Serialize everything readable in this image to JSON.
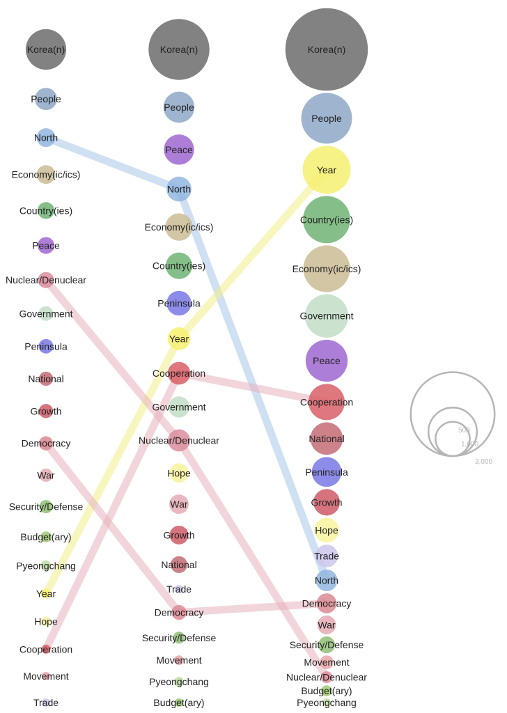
{
  "chart_data": {
    "type": "bubble-rank",
    "colors": {
      "Korea(n)": "#666666",
      "People": "#8aa4c4",
      "North": "#8fb3de",
      "Economy(ic/ics)": "#c9b990",
      "Country(ies)": "#6ab06e",
      "Peace": "#9b62cf",
      "Nuclear/Denuclear": "#d98a9a",
      "Government": "#bfdcc4",
      "Peninsula": "#7474e4",
      "National": "#c26670",
      "Growth": "#cc5562",
      "Democracy": "#d9868f",
      "War": "#e3a8b0",
      "Security/Defense": "#8cbc72",
      "Budget(ary)": "#98c86e",
      "Pyeongchang": "#b9dca0",
      "Year": "#f5ef6a",
      "Hope": "#f8f39a",
      "Cooperation": "#d85a62",
      "Movement": "#e8a2a6",
      "Trade": "#cbc4ec"
    },
    "columns": [
      {
        "items": [
          {
            "label": "Korea(n)",
            "value": 700
          },
          {
            "label": "People",
            "value": 210
          },
          {
            "label": "North",
            "value": 150
          },
          {
            "label": "Economy(ic/ics)",
            "value": 150
          },
          {
            "label": "Country(ies)",
            "value": 120
          },
          {
            "label": "Peace",
            "value": 120
          },
          {
            "label": "Nuclear/Denuclear",
            "value": 110
          },
          {
            "label": "Government",
            "value": 90
          },
          {
            "label": "Peninsula",
            "value": 90
          },
          {
            "label": "National",
            "value": 85
          },
          {
            "label": "Growth",
            "value": 85
          },
          {
            "label": "Democracy",
            "value": 85
          },
          {
            "label": "War",
            "value": 75
          },
          {
            "label": "Security/Defense",
            "value": 75
          },
          {
            "label": "Budget(ary)",
            "value": 50
          },
          {
            "label": "Pyeongchang",
            "value": 45
          },
          {
            "label": "Year",
            "value": 40
          },
          {
            "label": "Hope",
            "value": 40
          },
          {
            "label": "Cooperation",
            "value": 35
          },
          {
            "label": "Movement",
            "value": 20
          },
          {
            "label": "Trade",
            "value": 10
          }
        ]
      },
      {
        "items": [
          {
            "label": "Korea(n)",
            "value": 1580
          },
          {
            "label": "People",
            "value": 410
          },
          {
            "label": "Peace",
            "value": 390
          },
          {
            "label": "North",
            "value": 265
          },
          {
            "label": "Economy(ic/ics)",
            "value": 320
          },
          {
            "label": "Country(ies)",
            "value": 300
          },
          {
            "label": "Peninsula",
            "value": 260
          },
          {
            "label": "Year",
            "value": 220
          },
          {
            "label": "Cooperation",
            "value": 220
          },
          {
            "label": "Government",
            "value": 190
          },
          {
            "label": "Nuclear/Denuclear",
            "value": 210
          },
          {
            "label": "Hope",
            "value": 160
          },
          {
            "label": "War",
            "value": 160
          },
          {
            "label": "Growth",
            "value": 150
          },
          {
            "label": "National",
            "value": 120
          },
          {
            "label": "Trade",
            "value": 10
          },
          {
            "label": "Democracy",
            "value": 95
          },
          {
            "label": "Security/Defense",
            "value": 60
          },
          {
            "label": "Movement",
            "value": 40
          },
          {
            "label": "Pyeongchang",
            "value": 40
          },
          {
            "label": "Budget(ary)",
            "value": 20
          }
        ]
      },
      {
        "items": [
          {
            "label": "Korea(n)",
            "value": 2900
          },
          {
            "label": "People",
            "value": 1100
          },
          {
            "label": "Year",
            "value": 980
          },
          {
            "label": "Country(ies)",
            "value": 950
          },
          {
            "label": "Economy(ic/ics)",
            "value": 930
          },
          {
            "label": "Government",
            "value": 800
          },
          {
            "label": "Peace",
            "value": 750
          },
          {
            "label": "Cooperation",
            "value": 560
          },
          {
            "label": "National",
            "value": 450
          },
          {
            "label": "Peninsula",
            "value": 380
          },
          {
            "label": "Growth",
            "value": 300
          },
          {
            "label": "Hope",
            "value": 260
          },
          {
            "label": "Trade",
            "value": 220
          },
          {
            "label": "North",
            "value": 200
          },
          {
            "label": "Democracy",
            "value": 170
          },
          {
            "label": "War",
            "value": 150
          },
          {
            "label": "Security/Defense",
            "value": 120
          },
          {
            "label": "Movement",
            "value": 80
          },
          {
            "label": "Nuclear/Denuclear",
            "value": 60
          },
          {
            "label": "Budget(ary)",
            "value": 50
          },
          {
            "label": "Pyeongchang",
            "value": 30
          }
        ]
      }
    ],
    "links": [
      {
        "label": "North",
        "color": "#a9c6ea"
      },
      {
        "label": "Year",
        "color": "#f2ef8a"
      },
      {
        "label": "Nuclear/Denuclear",
        "color": "#e6b2bb"
      },
      {
        "label": "Cooperation",
        "color": "#e6b2bb"
      },
      {
        "label": "Democracy",
        "color": "#e6b2bb"
      }
    ],
    "size_legend": {
      "values": [
        500,
        1000,
        3000
      ],
      "tick_labels": [
        "500",
        "1,000",
        "3,000"
      ]
    }
  }
}
